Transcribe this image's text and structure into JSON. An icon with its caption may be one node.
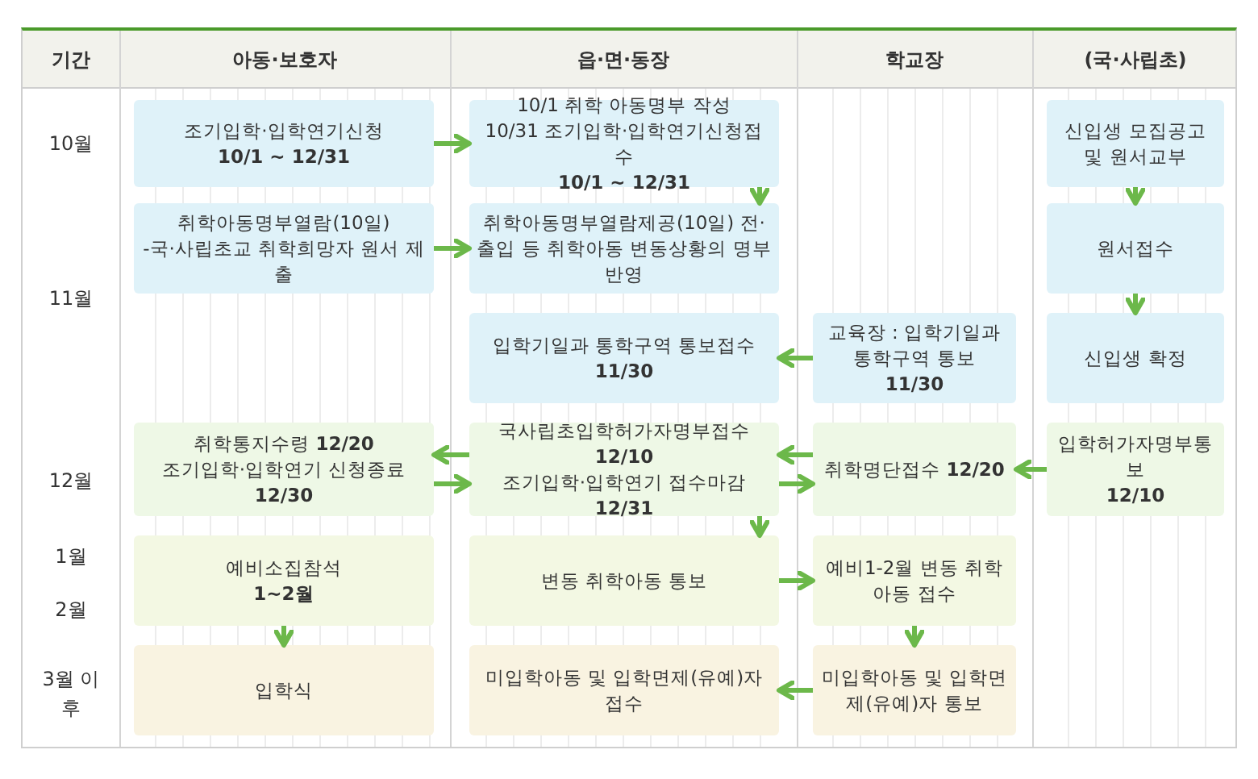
{
  "diagram": {
    "nodes": [
      {
        "text": [
          "조기입학·입학연기신청",
          "10/1 ~ 12/31"
        ]
      },
      {
        "text": [
          "10/1 취학 아동명부 작성",
          "10/31 조기입학·입학연기신청접수",
          "10/1 ~ 12/31"
        ]
      },
      {
        "text": [
          "신입생 모집공고 및 원서교부"
        ]
      },
      {
        "text": [
          "취학아동명부열람(10일)",
          "-국·사립초교 취학희망자 원서 제출"
        ]
      },
      {
        "text": [
          "취학아동명부열람제공(10일) 전·출입 등 취학아동 변동상황의 명부 반영"
        ]
      },
      {
        "text": [
          "원서접수"
        ]
      },
      {
        "text": [
          "입학기일과 통학구역 통보접수",
          "11/30"
        ]
      },
      {
        "text": [
          "교육장 : 입학기일과 통학구역 통보",
          "11/30"
        ]
      },
      {
        "text": [
          "신입생 확정"
        ]
      },
      {
        "text": [
          "취학통지수령 **12/20**",
          "조기입학·입학연기 신청종료 **12/30**"
        ]
      },
      {
        "text": [
          "국사립초입학허가자명부접수**12/10**",
          "조기입학·입학연기 접수마감 **12/31**"
        ]
      },
      {
        "text": [
          "취학명단접수 **12/20**"
        ]
      },
      {
        "text": [
          "입학허가자명부통보",
          "12/10"
        ]
      },
      {
        "text": [
          "예비소집참석",
          "1~2월"
        ]
      },
      {
        "text": [
          "변동 취학아동 통보"
        ]
      },
      {
        "text": [
          "예비1-2월 변동 취학아동 접수"
        ]
      },
      {
        "text": [
          "입학식"
        ]
      },
      {
        "text": [
          "미입학아동 및 입학면제(유예)자접수"
        ]
      },
      {
        "text": [
          "미입학아동 및 입학면제(유예)자 통보"
        ]
      }
    ],
    "edges": [
      {
        "from": 0,
        "to": 1,
        "arrow": "to"
      },
      {
        "from": 1,
        "to": 4,
        "arrow": "to"
      },
      {
        "from": 3,
        "to": 4,
        "arrow": "to"
      },
      {
        "from": 2,
        "to": 5,
        "arrow": "to"
      },
      {
        "from": 5,
        "to": 8,
        "arrow": "to"
      },
      {
        "from": 7,
        "to": 6,
        "arrow": "to"
      },
      {
        "from": 10,
        "to": 9,
        "arrow": "to"
      },
      {
        "from": 9,
        "to": 10,
        "arrow": "to"
      },
      {
        "from": 11,
        "to": 10,
        "arrow": "to"
      },
      {
        "from": 10,
        "to": 11,
        "arrow": "to"
      },
      {
        "from": 12,
        "to": 11,
        "arrow": "to"
      },
      {
        "from": 10,
        "to": 14,
        "arrow": "to"
      },
      {
        "from": 13,
        "to": 16,
        "arrow": "to"
      },
      {
        "from": 14,
        "to": 15,
        "arrow": "to"
      },
      {
        "from": 15,
        "to": 18,
        "arrow": "to"
      },
      {
        "from": 18,
        "to": 17,
        "arrow": "to"
      }
    ],
    "labels": [
      "기간",
      "아동·보호자",
      "읍·면·동장",
      "학교장",
      "(국·사립초)",
      "10월",
      "11월",
      "12월",
      "1월",
      "2월",
      "3월 이후"
    ]
  }
}
